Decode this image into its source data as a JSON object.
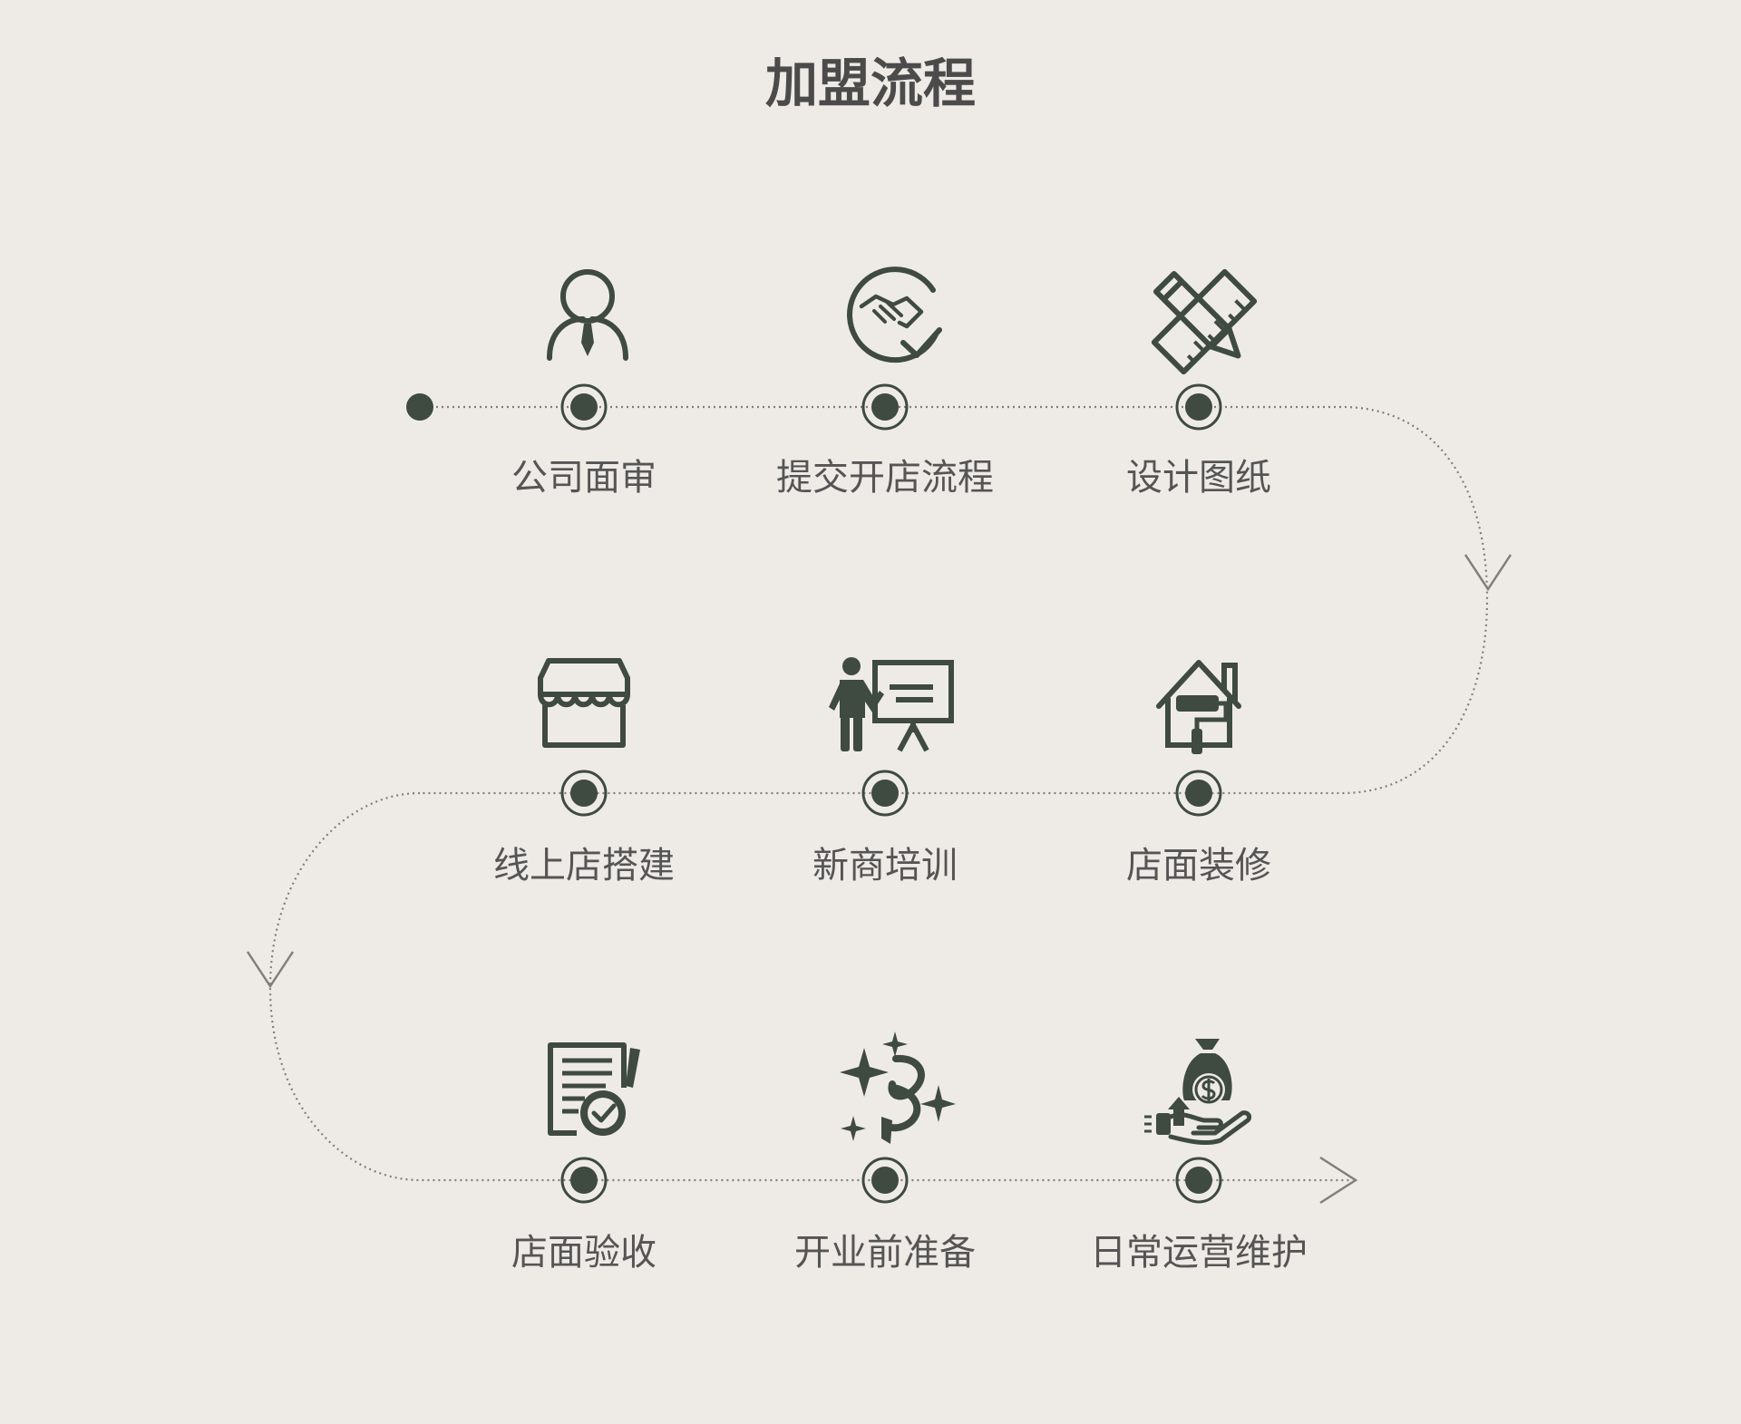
{
  "title": "加盟流程",
  "colors": {
    "background": "#EEEBE6",
    "icon": "#3F4A40",
    "line": "#7E8079",
    "text": "#555555"
  },
  "steps": [
    {
      "label": "公司面审",
      "icon": "businessman-icon"
    },
    {
      "label": "提交开店流程",
      "icon": "handshake-check-icon"
    },
    {
      "label": "设计图纸",
      "icon": "ruler-pencil-icon"
    },
    {
      "label": "线上店搭建",
      "icon": "storefront-icon"
    },
    {
      "label": "新商培训",
      "icon": "presenter-board-icon"
    },
    {
      "label": "店面装修",
      "icon": "house-paint-roller-icon"
    },
    {
      "label": "店面验收",
      "icon": "document-check-icon"
    },
    {
      "label": "开业前准备",
      "icon": "sparkle-ribbon-icon"
    },
    {
      "label": "日常运营维护",
      "icon": "money-bag-hand-icon"
    }
  ]
}
